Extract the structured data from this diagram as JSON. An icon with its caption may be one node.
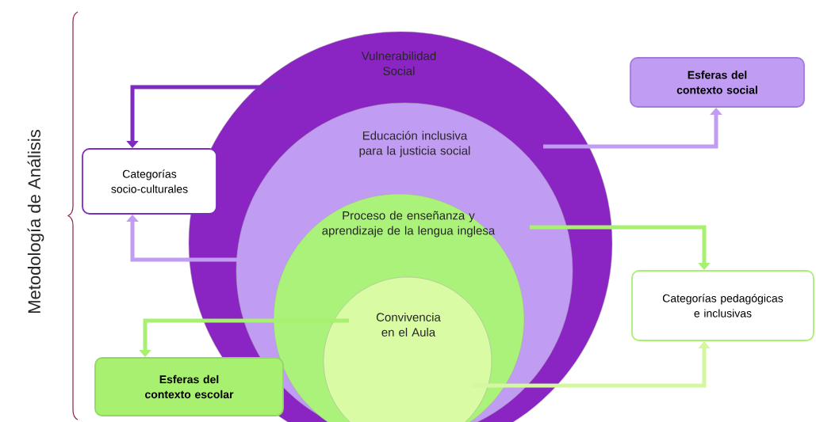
{
  "diagram": {
    "nodes": [
      {
        "text": [
          "Vulnerabilidad Social"
        ]
      },
      {
        "text": [
          "Educación inclusiva para la justicia social"
        ],
        "in": 0
      },
      {
        "text": [
          "Proceso de enseñanza y aprendizaje de la lengua inglesa"
        ],
        "in": 1
      },
      {
        "text": [
          "Convivencia en el Aula"
        ],
        "in": 2
      },
      {
        "text": [
          "Categorías socio-culturales"
        ]
      },
      {
        "text": [
          "Esferas del contexto social"
        ]
      },
      {
        "text": [
          "Categorías pedagógicas e inclusivas"
        ]
      },
      {
        "text": [
          "Esferas del contexto escolar"
        ]
      }
    ],
    "edges": [
      {
        "from": 0,
        "to": 4,
        "arrow": "to",
        "color": "#7e2bc0"
      },
      {
        "from": 1,
        "to": 4,
        "arrow": "to",
        "color": "#c09cf2"
      },
      {
        "from": 1,
        "to": 5,
        "arrow": "to",
        "color": "#c09cf2"
      },
      {
        "from": 2,
        "to": 6,
        "arrow": "to",
        "color": "#a8f070"
      },
      {
        "from": 3,
        "to": 7,
        "arrow": "to",
        "color": "#a8f070"
      },
      {
        "from": 3,
        "to": 6,
        "arrow": "to",
        "color": "#d4f8a0"
      }
    ],
    "labels": [
      "Metodología de Análisis"
    ]
  }
}
